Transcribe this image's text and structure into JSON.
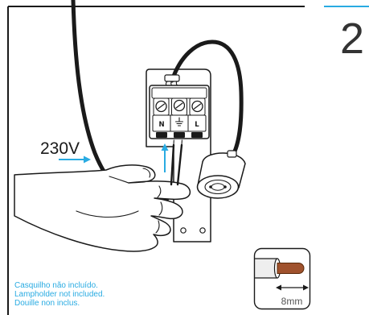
{
  "step": {
    "number": "2"
  },
  "wiring": {
    "supply_voltage": "230V",
    "terminals": {
      "neutral": "N",
      "live": "L"
    },
    "strip_length": "8mm"
  },
  "notes": [
    "Casquilho não incluído.",
    "Lampholder not included.",
    "Douille non inclus."
  ],
  "icons": {
    "supply_arrow": "arrow-right-icon",
    "insert_arrow": "arrow-up-icon",
    "earth": "ground-symbol-icon",
    "strip_measure": "double-arrow-icon"
  },
  "colors": {
    "accent": "#29abe2",
    "ink": "#1a1a1a",
    "step": "#333333",
    "measure": "#555555",
    "copper": "#a0522d",
    "insulation": "#eeeeee"
  }
}
